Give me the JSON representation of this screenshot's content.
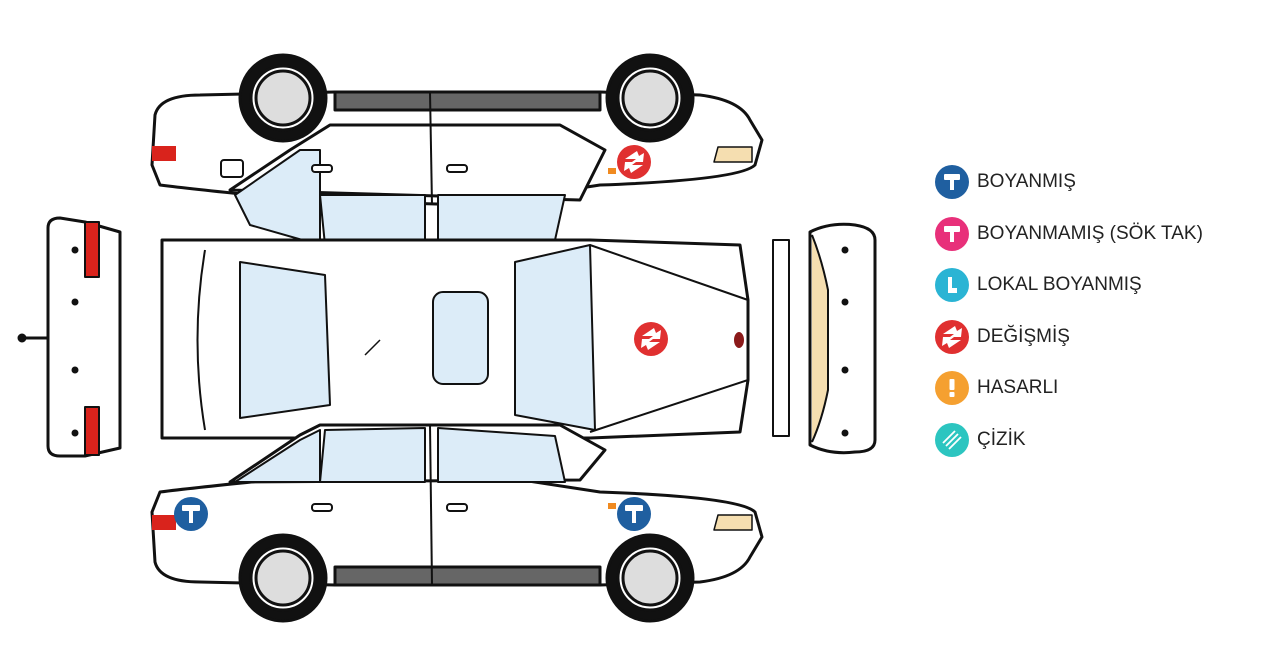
{
  "legend": [
    {
      "label": "BOYANMIŞ",
      "icon": "paint-roller-icon",
      "color": "#1f5fa0"
    },
    {
      "label": "BOYANMAMIŞ (SÖK TAK)",
      "icon": "paint-roller-icon",
      "color": "#e8307a"
    },
    {
      "label": "LOKAL BOYANMIŞ",
      "icon": "local-paint-icon",
      "color": "#2ab4d4"
    },
    {
      "label": "DEĞİŞMİŞ",
      "icon": "swap-arrows-icon",
      "color": "#e03030"
    },
    {
      "label": "HASARLI",
      "icon": "exclamation-icon",
      "color": "#f5a030"
    },
    {
      "label": "ÇİZİK",
      "icon": "scratch-icon",
      "color": "#2cc5c0"
    }
  ],
  "marks": {
    "right_front_fender": "changed",
    "hood": "changed",
    "left_rear_fender": "painted",
    "left_front_fender": "painted"
  }
}
